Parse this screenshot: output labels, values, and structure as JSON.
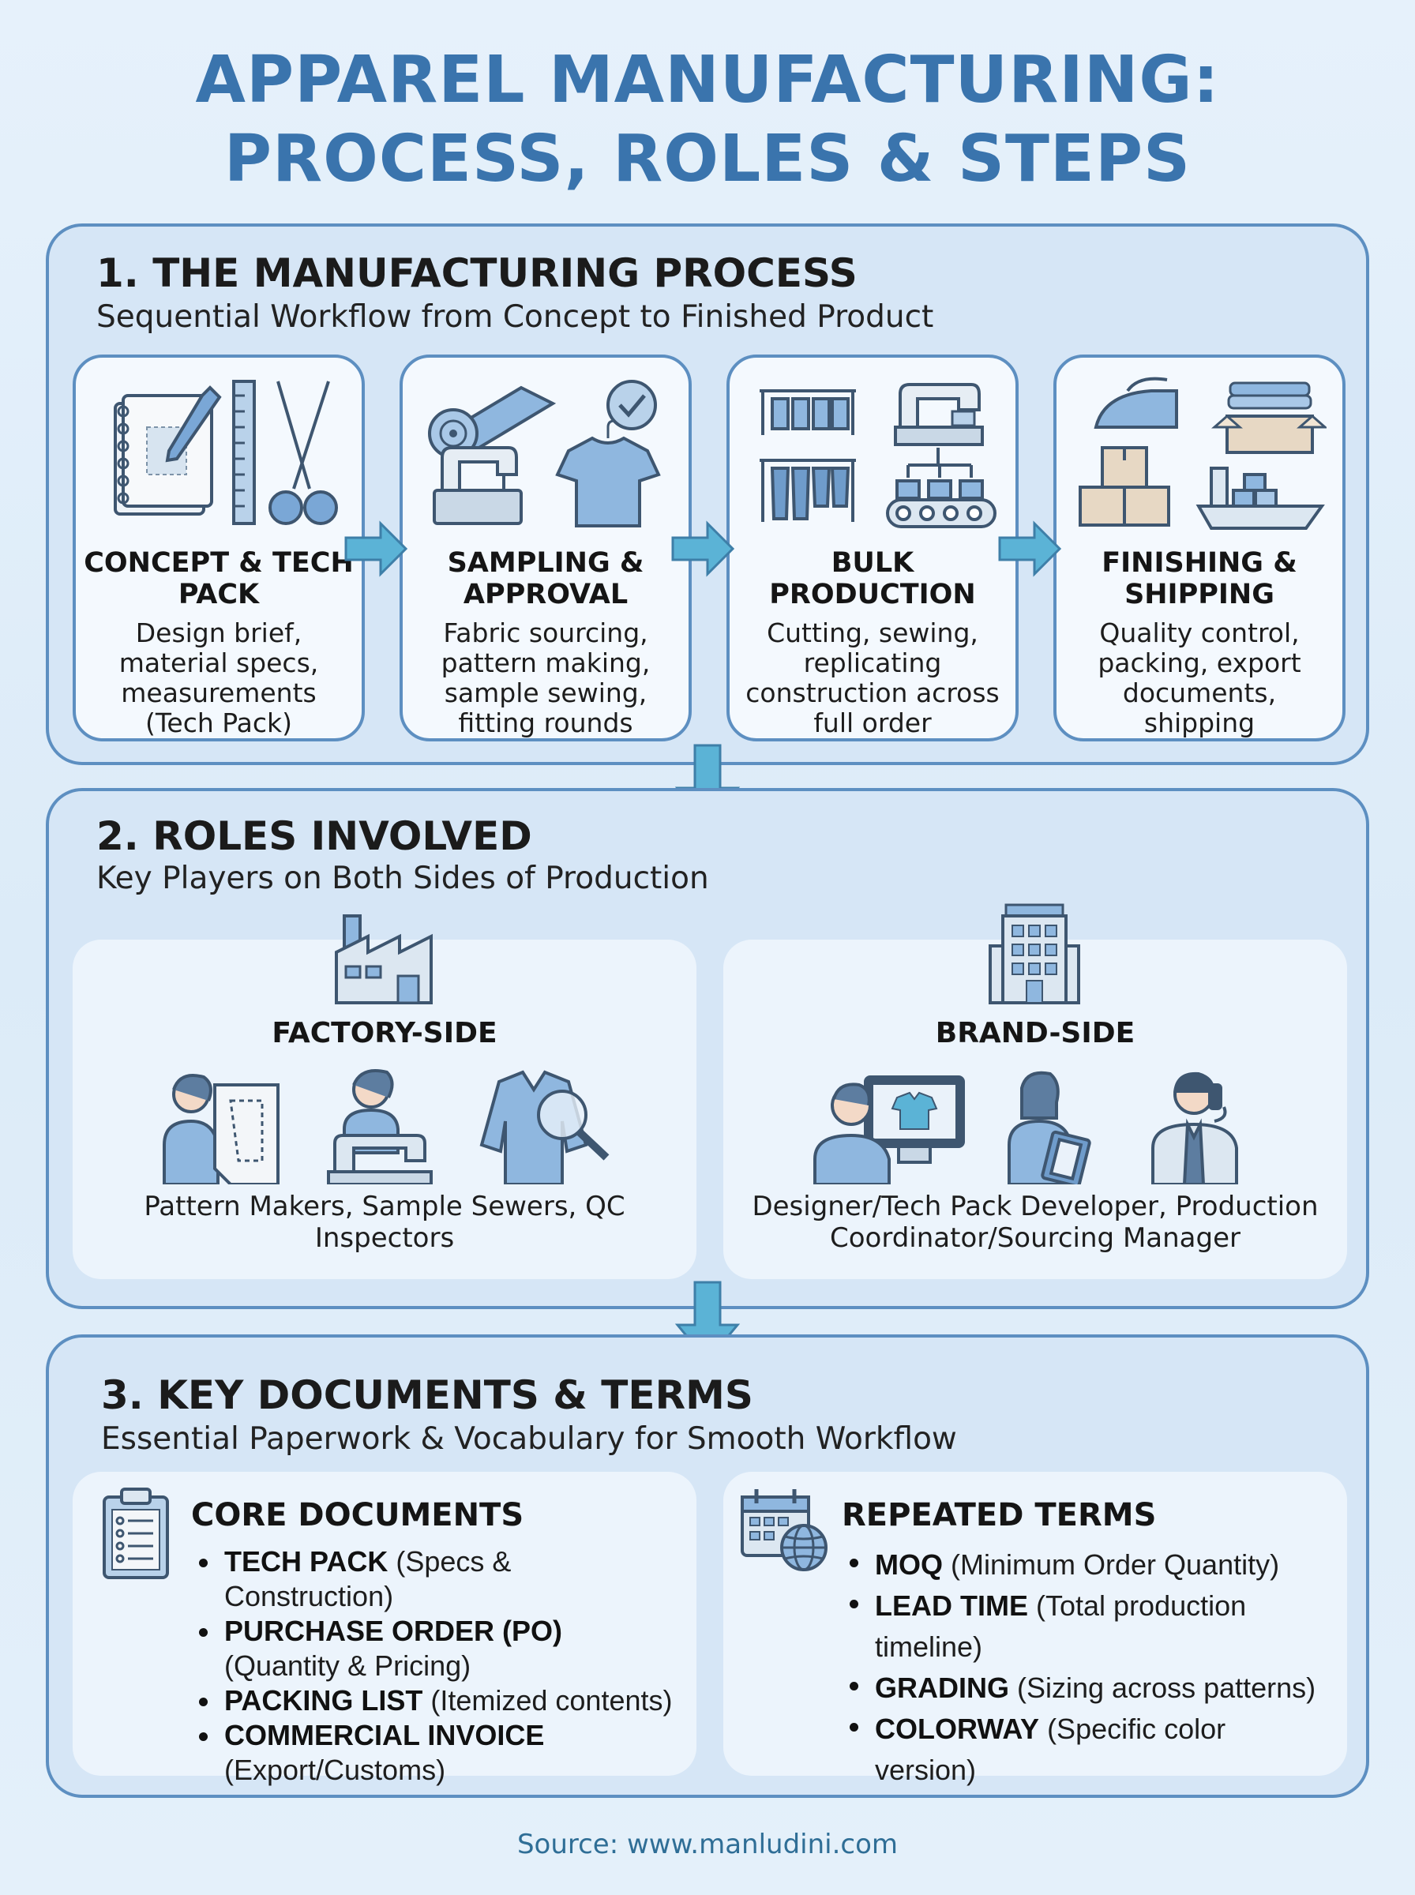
{
  "title": {
    "line1": "APPAREL MANUFACTURING:",
    "line2": "PROCESS, ROLES & STEPS"
  },
  "colors": {
    "accent": "#3a74ad",
    "panel": "#d6e6f6",
    "border": "#5d8fc1",
    "arrow": "#5bb3d6"
  },
  "process": {
    "heading": "1. THE MANUFACTURING PROCESS",
    "subheading": "Sequential Workflow from Concept to Finished Product",
    "steps": [
      {
        "title": "CONCEPT & TECH PACK",
        "desc": "Design brief, material specs, measurements (Tech Pack)",
        "icons": [
          "notebook-icon",
          "ruler-icon",
          "scissors-icon"
        ]
      },
      {
        "title": "SAMPLING & APPROVAL",
        "desc": "Fabric sourcing, pattern making, sample sewing, fitting rounds",
        "icons": [
          "fabric-roll-icon",
          "checkmark-icon",
          "sewing-machine-icon",
          "t-shirt-icon"
        ]
      },
      {
        "title": "BULK PRODUCTION",
        "desc": "Cutting, sewing, replicating construction across full order",
        "icons": [
          "clothing-rack-icon",
          "industrial-sewing-machine-icon",
          "conveyor-icon"
        ]
      },
      {
        "title": "FINISHING & SHIPPING",
        "desc": "Quality control, packing, export documents, shipping",
        "icons": [
          "iron-icon",
          "packing-box-icon",
          "stacked-boxes-icon",
          "cargo-ship-icon"
        ]
      }
    ]
  },
  "roles": {
    "heading": "2. ROLES INVOLVED",
    "subheading": "Key Players on Both Sides of Production",
    "factory": {
      "label": "FACTORY-SIDE",
      "desc": "Pattern Makers, Sample Sewers, QC Inspectors",
      "icons": [
        "factory-icon",
        "pattern-maker-icon",
        "sewer-icon",
        "shirt-inspection-icon"
      ]
    },
    "brand": {
      "label": "BRAND-SIDE",
      "desc": "Designer/Tech Pack Developer, Production Coordinator/Sourcing Manager",
      "icons": [
        "office-building-icon",
        "designer-icon",
        "coordinator-icon",
        "manager-phone-icon"
      ]
    }
  },
  "documents": {
    "heading": "3. KEY DOCUMENTS & TERMS",
    "subheading": "Essential Paperwork & Vocabulary for Smooth Workflow",
    "core": {
      "title": "CORE DOCUMENTS",
      "items": [
        {
          "term": "TECH PACK",
          "def": "(Specs & Construction)"
        },
        {
          "term": "PURCHASE ORDER (PO)",
          "def": "(Quantity & Pricing)"
        },
        {
          "term": "PACKING LIST",
          "def": "(Itemized contents)"
        },
        {
          "term": "COMMERCIAL INVOICE",
          "def": "(Export/Customs)"
        }
      ]
    },
    "terms": {
      "title": "REPEATED TERMS",
      "items": [
        {
          "term": "MOQ",
          "def": "(Minimum Order Quantity)"
        },
        {
          "term": "LEAD TIME",
          "def": "(Total production timeline)"
        },
        {
          "term": "GRADING",
          "def": "(Sizing across patterns)"
        },
        {
          "term": "COLORWAY",
          "def": "(Specific color version)"
        }
      ]
    }
  },
  "source": "Source: www.manludini.com"
}
